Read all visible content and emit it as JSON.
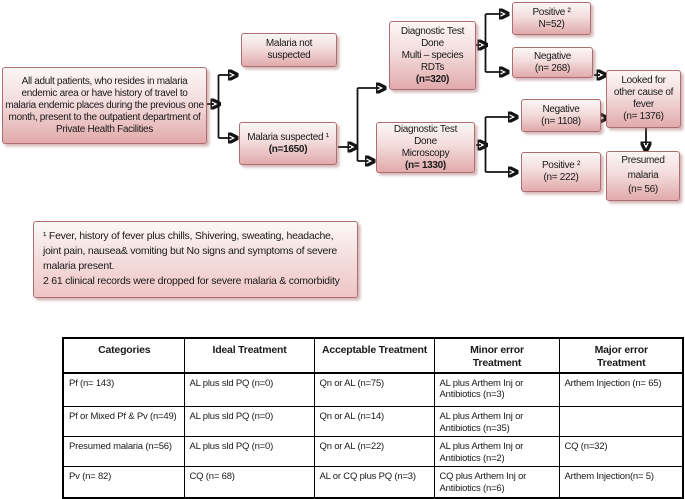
{
  "figure": {
    "flowchart": {
      "population": "All adult patients, who resides in malaria endemic area or have history of travel to malaria endemic places during the previous one month, present to the outpatient department of Private Health Facilities",
      "malaria_not_suspected": "Malaria not\nsuspected",
      "malaria_suspected": "Malaria suspected ¹",
      "malaria_suspected_n": "(n=1650)",
      "rdt_body": "Diagnostic Test\nDone\nMulti – species\nRDTs",
      "rdt_n": "(n=320)",
      "microscopy_body": "Diagnostic Test\nDone\nMicroscopy",
      "microscopy_n": "(n= 1330)",
      "rdt_positive": "Positive ²\nN=52)",
      "rdt_negative": "Negative\n(n= 268)",
      "micro_negative": "Negative\n(n= 1108)",
      "micro_positive": "Positive ²\n(n= 222)",
      "looked_for_fever": "Looked for\nother cause of\nfever\n(n= 1376)",
      "presumed_malaria": "Presumed\nmalaria\n(n= 56)"
    },
    "footnote": {
      "line1": "¹ Fever, history of fever plus chills, Shivering, sweating, headache, joint pain, nausea& vomiting but No signs and symptoms of severe malaria present.",
      "line2": "2 61 clinical records were dropped for severe malaria & comorbidity"
    },
    "table": {
      "headers": [
        "Categories",
        "Ideal Treatment",
        "Acceptable Treatment",
        "Minor error\nTreatment",
        "Major error\nTreatment"
      ],
      "rows": [
        [
          "Pf (n= 143)",
          "AL plus sld PQ (n=0)",
          "Qn or AL (n=75)",
          "AL plus Arthem Inj or Antibiotics (n=3)",
          "Arthem Injection (n= 65)"
        ],
        [
          "Pf or Mixed Pf & Pv (n=49)",
          "AL plus sld PQ (n=0)",
          "Qn or AL (n=14)",
          "AL plus Arthem Inj or Antibiotics (n=35)",
          ""
        ],
        [
          "Presumed malaria (n=56)",
          "AL plus sld PQ (n=0)",
          "Qn or AL (n=22)",
          "AL plus Arthem Inj or Antibiotics (n=2)",
          "CQ (n=32)"
        ],
        [
          "Pv (n= 82)",
          "CQ (n= 68)",
          "AL or CQ plus PQ (n=3)",
          "CQ plus Arthem Inj or Antibiotics (n=6)",
          "Arthem Injection(n= 5)"
        ]
      ]
    },
    "colors": {
      "box_border": "#ae6e71",
      "box_fill_top": "#fcf6f6",
      "box_fill_bottom": "#e2aaab",
      "connector": "#141414",
      "table_border": "#000000"
    }
  }
}
